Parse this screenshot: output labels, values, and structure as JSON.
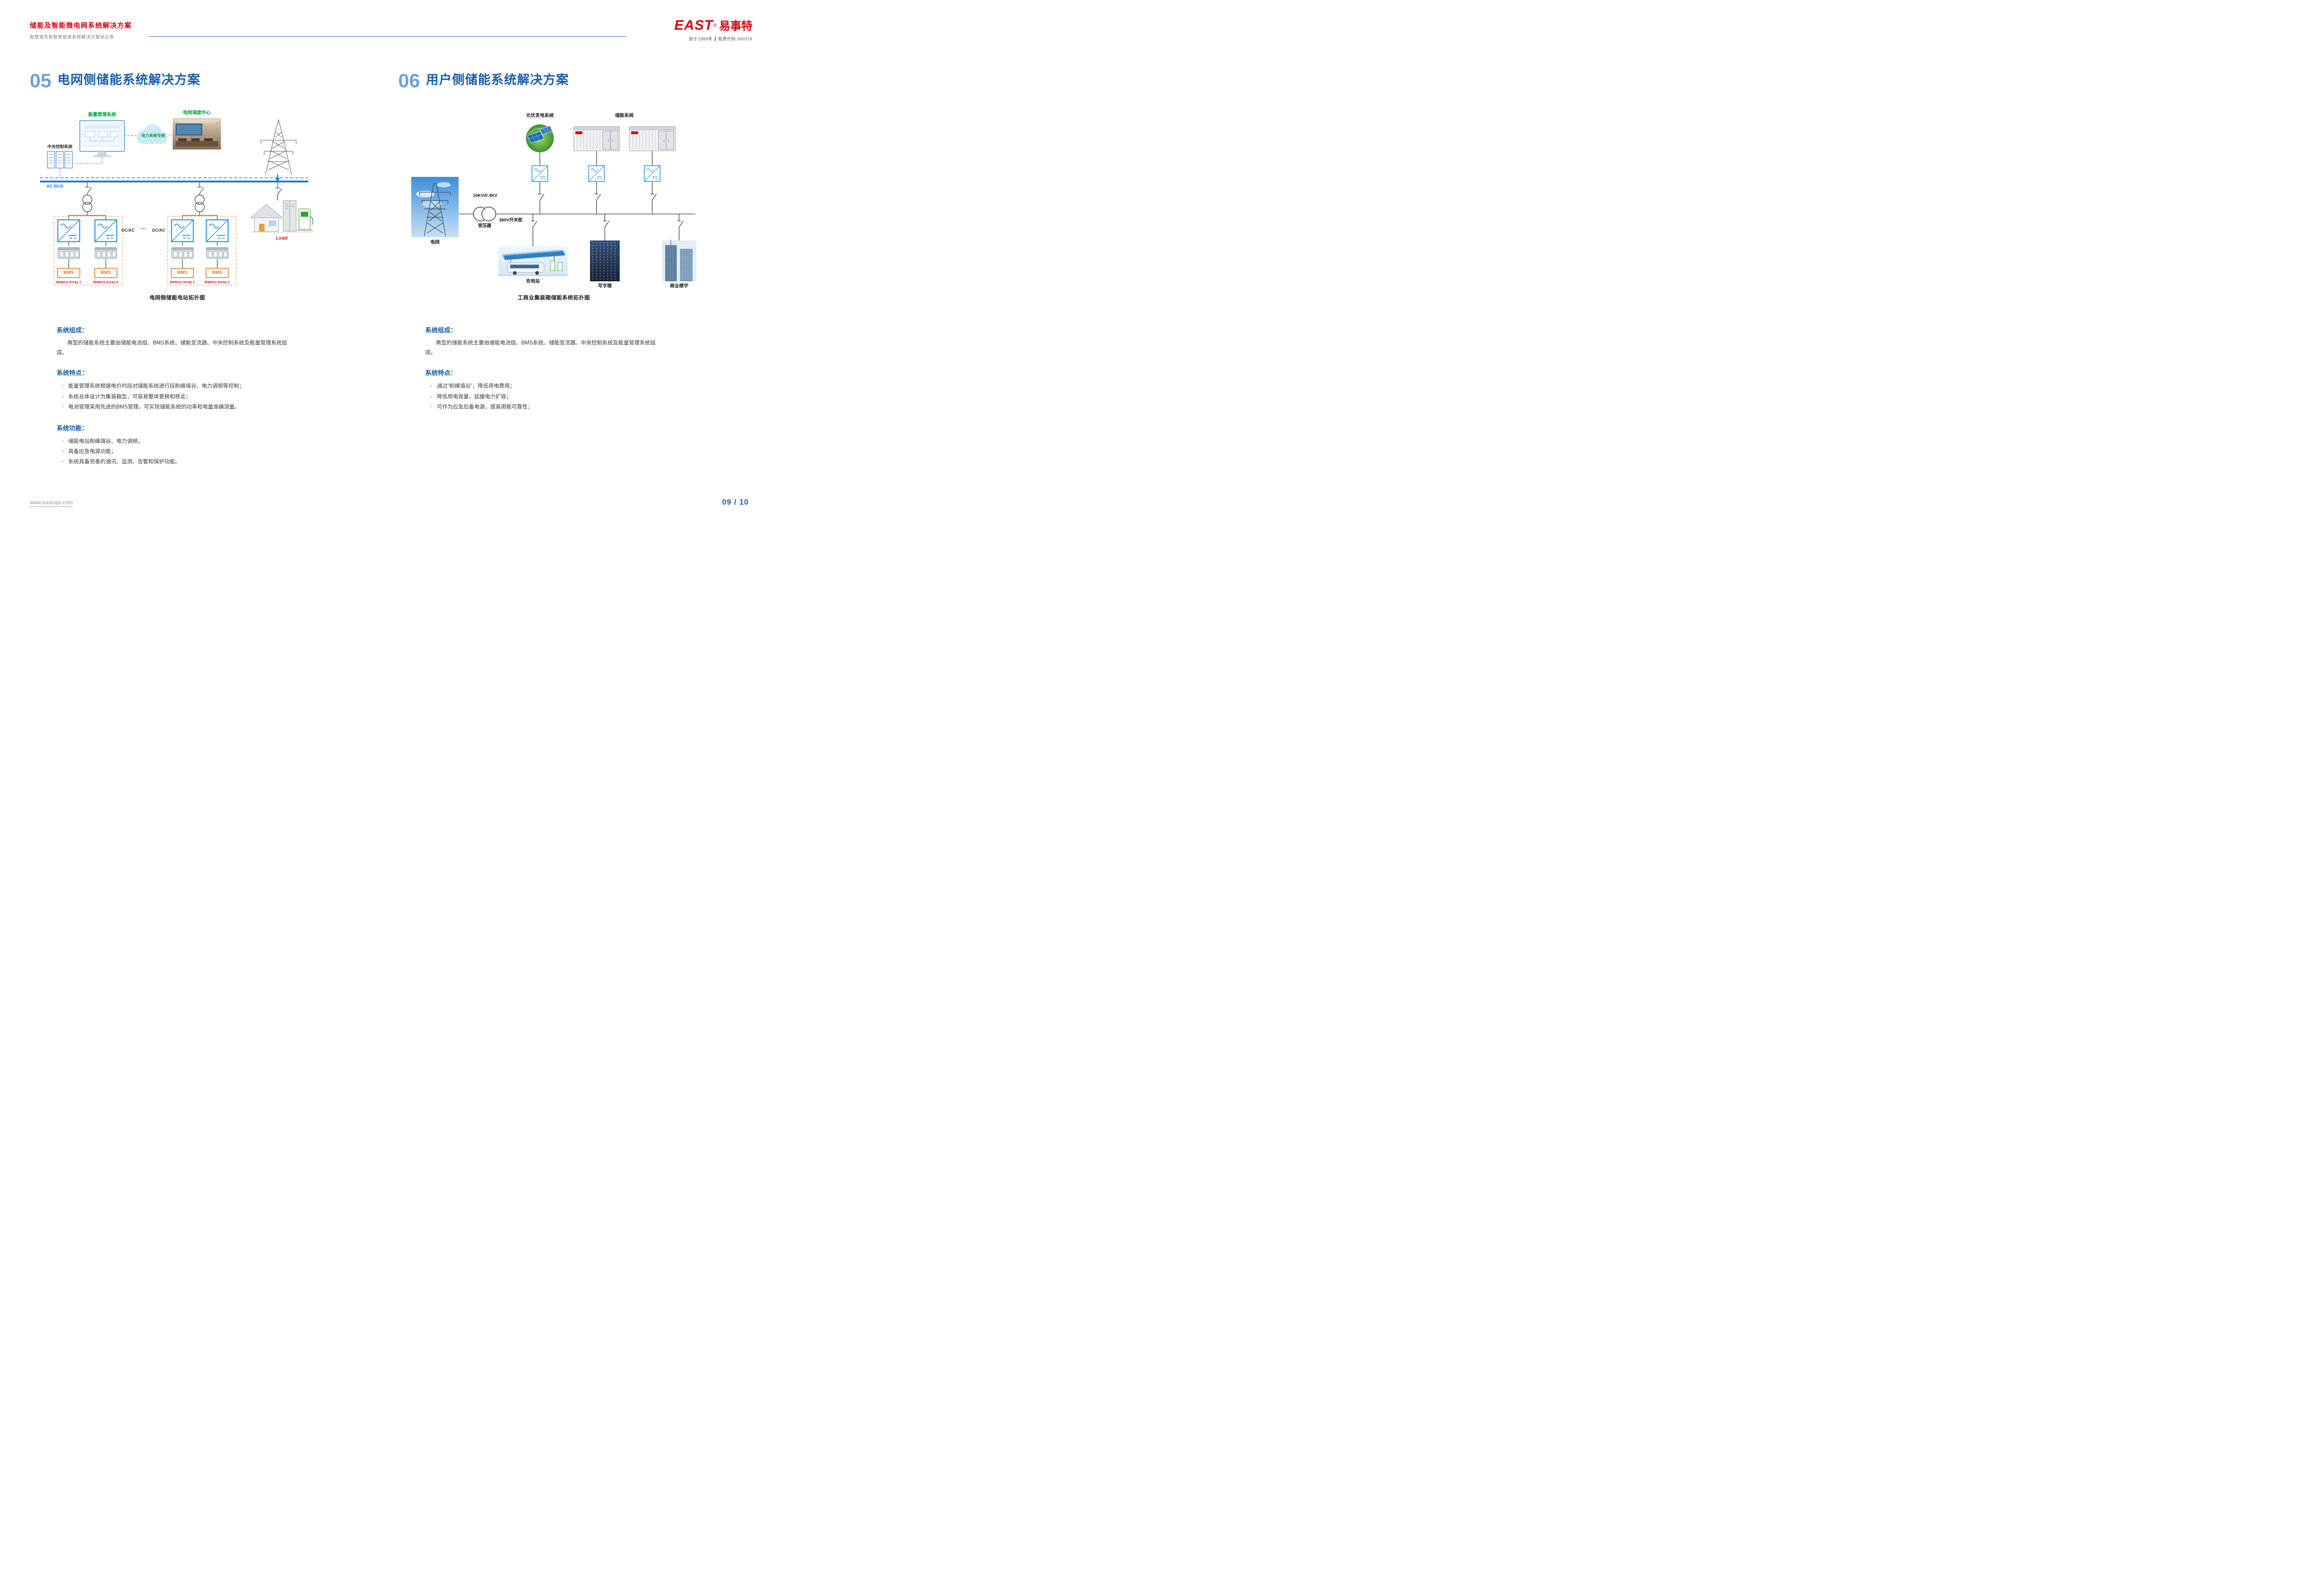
{
  "header": {
    "title": "储能及智能微电网系统解决方案",
    "subtitle": "智慧城市和智慧能源系统解决方案供应商",
    "logo": {
      "name": "EAST",
      "reg": "®",
      "cn": "易事特",
      "tagline": "始于1989年 ┃ 股票代码:300376"
    }
  },
  "sections": {
    "left": {
      "number": "05",
      "title": "电网侧储能系统解决方案",
      "diagram": {
        "labels": {
          "ems": "能量管理系统",
          "dispatch_center": "电网调度中心",
          "power_private_network": "电力系统专网",
          "central_control": "中央控制系统",
          "ac_bus": "AC BUS",
          "dc_ac": "DC/AC",
          "ellipsis": "···",
          "bms": "BMS",
          "battery_array_1": "Battery Array 1",
          "battery_array_n": "Battery Array n",
          "load": "Load"
        },
        "caption": "电网侧储能电站拓扑图"
      },
      "composition": {
        "heading": "系统组成：",
        "body": "典型的储能系统主要由储能电池组、BMS系统、储能变流器、中央控制系统及能量管理系统组成。"
      },
      "features": {
        "heading": "系统特点：",
        "items": [
          "能量管理系统根据电价时段对储能系统进行段削峰填谷、电力调频等控制；",
          "系统总体设计为集装箱型，可容易整体更换和移走；",
          "电池管理采用先进的BMS管理，可实现储能系统的功率和电量准确测量。"
        ]
      },
      "functions": {
        "heading": "系统功能：",
        "items": [
          "储能电站削峰填谷、电力调频；",
          "具备应急电源功能；",
          "系统具备完善的通讯、监测、告警和保护功能。"
        ]
      }
    },
    "right": {
      "number": "06",
      "title": "用户侧储能系统解决方案",
      "diagram": {
        "labels": {
          "pv": "光伏发电系统",
          "ess": "储能系统",
          "grid": "电网",
          "voltage": "10KV/0.4KV",
          "transformer": "变压器",
          "switchgear": "380V开关柜",
          "charging_station": "充电站",
          "office_building": "写字楼",
          "commercial_building": "商业楼宇"
        },
        "caption": "工商业集装箱储能系统拓扑图"
      },
      "composition": {
        "heading": "系统组成：",
        "body": "典型的储能系统主要由储能电池组、BMS系统、储能变流器、中央控制系统及能量管理系统组成。"
      },
      "features": {
        "heading": "系统特点：",
        "items": [
          "通过“削峰填谷”，降低用电费用；",
          "降低用电容量，延缓电力扩容；",
          "可作为应急后备电源，提高用能可靠性；"
        ]
      }
    }
  },
  "footer": {
    "website": "www.eastups.com",
    "page": "09 / 10"
  },
  "colors": {
    "brand_red": "#D7000F",
    "heading_blue": "#1A5DA8",
    "number_blue": "#6FA0D8",
    "label_green": "#00A33E",
    "bus_blue": "#1F7AD4",
    "bms_orange": "#E87722",
    "battery_red": "#E60012",
    "dash_purple": "#8C7AE6"
  },
  "icons": {
    "left_diagram": [
      "monitor-icon",
      "cloud-icon",
      "control-room-image",
      "server-rack-icon",
      "transmission-tower-icon",
      "transformer-icon",
      "dc-ac-converter-icon",
      "battery-module-icon",
      "bms-box",
      "house-icon",
      "storage-cabinet-icon",
      "ev-charger-icon"
    ],
    "right_diagram": [
      "pv-system-icon",
      "storage-container-icon",
      "inverter-icon",
      "grid-tower-image",
      "transformer-icon",
      "charging-station-image",
      "office-building-image",
      "commercial-buildings-image"
    ]
  }
}
